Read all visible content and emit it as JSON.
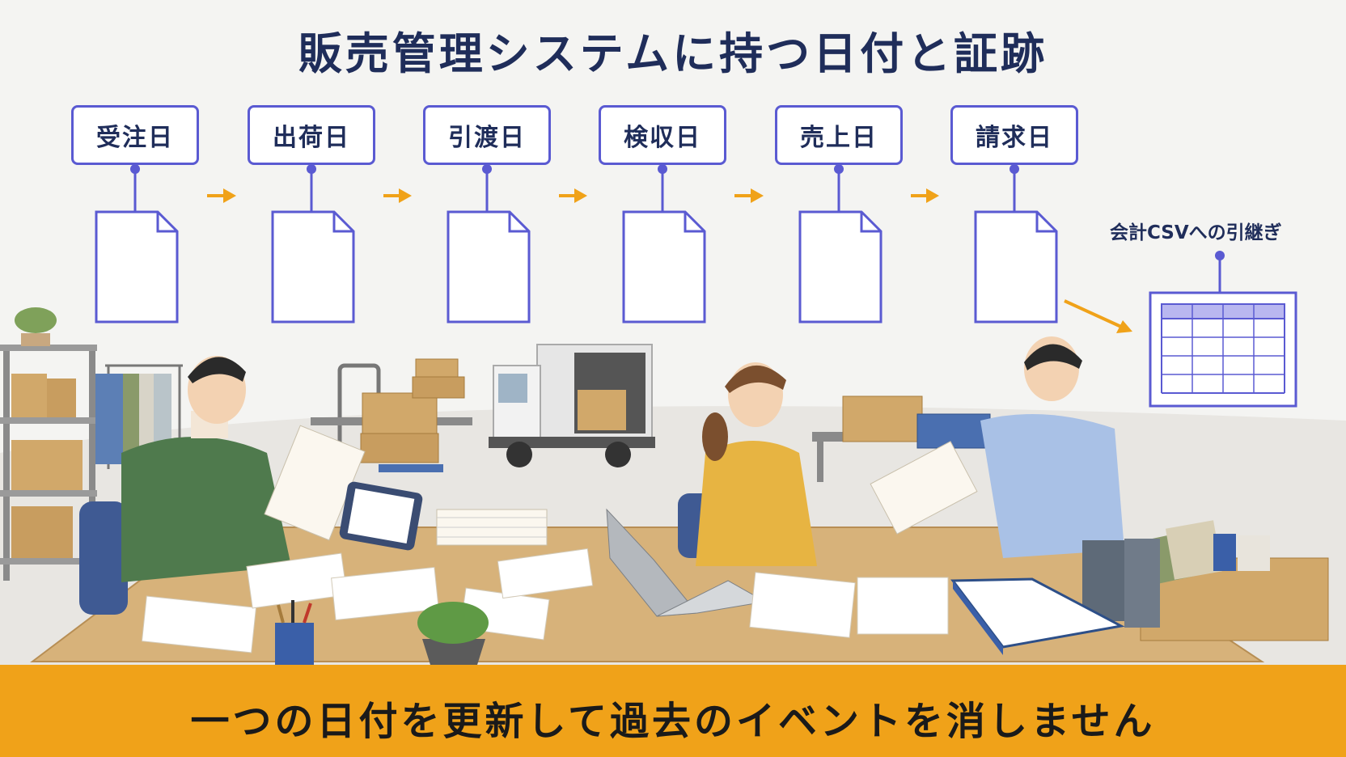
{
  "title": "販売管理システムに持つ日付と証跡",
  "dates": [
    {
      "label": "受注日"
    },
    {
      "label": "出荷日"
    },
    {
      "label": "引渡日"
    },
    {
      "label": "検収日"
    },
    {
      "label": "売上日"
    },
    {
      "label": "請求日"
    }
  ],
  "csv_label": "会計CSVへの引継ぎ",
  "footer": "一つの日付を更新して過去のイベントを消しません",
  "colors": {
    "title_text": "#1f2d5a",
    "box_border": "#5a5ad2",
    "arrow": "#f0a219",
    "footer_bg": "#f0a219",
    "desk": "#d7b27a"
  }
}
